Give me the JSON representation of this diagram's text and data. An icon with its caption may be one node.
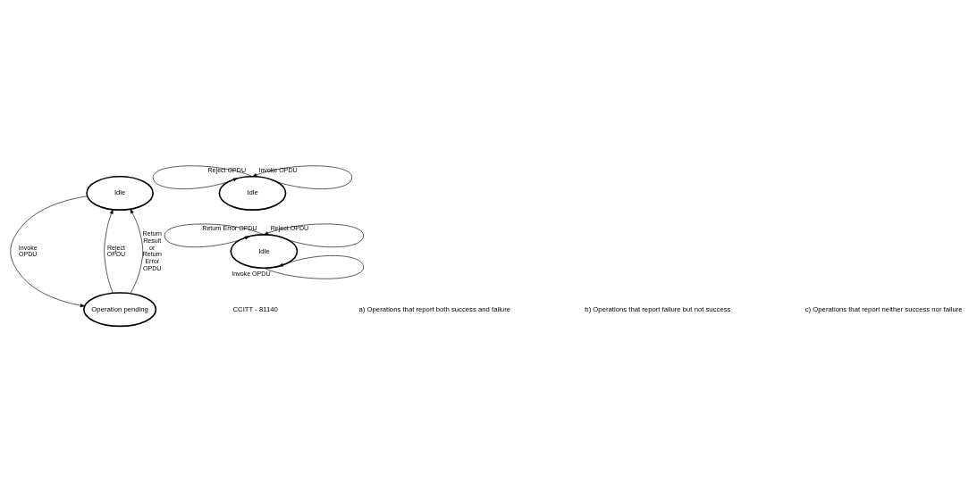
{
  "diagram": {
    "nodes": [
      {
        "text": [
          "Idle"
        ]
      },
      {
        "text": [
          "Operation pending"
        ]
      },
      {
        "text": [
          "Idle"
        ]
      },
      {
        "text": [
          "Idle"
        ]
      }
    ],
    "edges": [
      {
        "from": 0,
        "to": 1,
        "arrow": "to",
        "label": "Invoke OPDU"
      },
      {
        "from": 1,
        "to": 0,
        "arrow": "to",
        "label": "Reject OPDU"
      },
      {
        "from": 1,
        "to": 0,
        "arrow": "to",
        "label": "Return Result or Return Error OPDU"
      },
      {
        "from": 2,
        "to": 2,
        "arrow": "to",
        "label": "Return Error OPDU"
      },
      {
        "from": 2,
        "to": 2,
        "arrow": "to",
        "label": "Reject OPDU"
      },
      {
        "from": 2,
        "to": 2,
        "arrow": "to",
        "label": "Invoke OPDU"
      },
      {
        "from": 3,
        "to": 3,
        "arrow": "to",
        "label": "Reject OPDU"
      },
      {
        "from": 3,
        "to": 3,
        "arrow": "to",
        "label": "Invoke OPDU"
      }
    ],
    "labels": [
      "CCITT - 81140",
      "a) Operations that report both success and failure",
      "b) Operations that report failure but not success",
      "c) Operations that report neither success nor failure"
    ]
  }
}
